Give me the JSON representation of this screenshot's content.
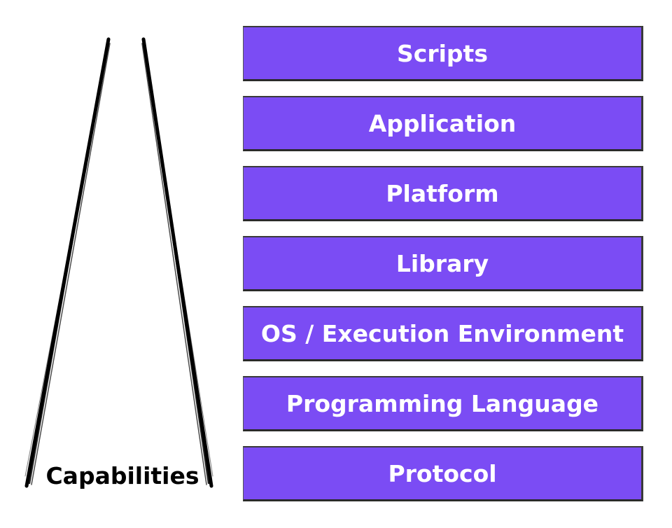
{
  "diagram": {
    "caption": "Capabilities",
    "layers": [
      {
        "label": "Scripts"
      },
      {
        "label": "Application"
      },
      {
        "label": "Platform"
      },
      {
        "label": "Library"
      },
      {
        "label": "OS / Execution Environment"
      },
      {
        "label": "Programming Language"
      },
      {
        "label": "Protocol"
      }
    ]
  },
  "colors": {
    "layer_fill": "#7b4cf4",
    "layer_text": "#ffffff",
    "stroke": "#000000"
  }
}
